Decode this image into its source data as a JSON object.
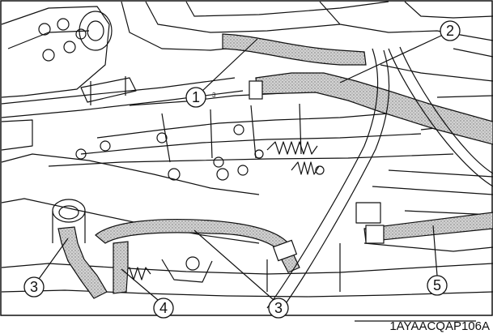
{
  "callouts": [
    {
      "number": "1"
    },
    {
      "number": "2"
    },
    {
      "number": "3"
    },
    {
      "number": "3"
    },
    {
      "number": "4"
    },
    {
      "number": "5"
    }
  ],
  "small_label": "3",
  "figure_code": "1AYAACQAP106A",
  "colors": {
    "line": "#111111",
    "hose_fill": "#c8c8c8",
    "background": "#ffffff"
  }
}
